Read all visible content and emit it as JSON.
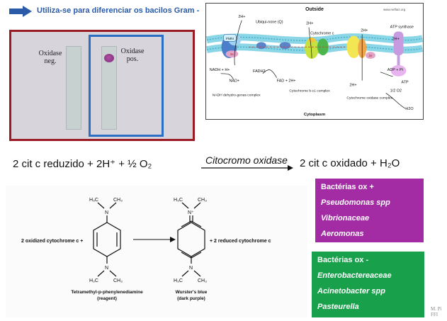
{
  "header": {
    "text": "Utiliza-se para diferenciar os bacilos Gram -"
  },
  "photo": {
    "negative_label": "Oxidase neg.",
    "positive_label": "Oxidase pos."
  },
  "diagram": {
    "outside_label": "Outside",
    "cytoplasm_label": "Cytoplasm",
    "watermark": "www.nelfact.org",
    "ubiquinone": "Ubiqui-none (Q)",
    "cytochrome_c": "Cytochrome c",
    "atp_synthase": "ATP synthase",
    "h_plus": "2H+",
    "fmn": "FMN",
    "nadh_in": "NADH + H+",
    "nad_out": "NAD+",
    "fadh2": "FADH2",
    "fad": "FAD + 2H+",
    "adp": "ADP + Pi",
    "atp": "ATP",
    "half_o2": "1/2 O2",
    "h2o": "H2O",
    "e_label": "2e",
    "complex1": "NADH dehydro-genas complex",
    "complex3": "Cytochrome b-c1 complex",
    "complex4": "Cytochrome oxidase complex"
  },
  "equation": {
    "left": "2 cit c reduzido + 2H⁺ + ½ O₂",
    "enzyme": "Citocromo oxidase",
    "right": "2 cit c oxidado + H₂O"
  },
  "reaction": {
    "left_label": "2 oxidized cytochrome c +",
    "right_label": "+ 2 reduced cytochrome c",
    "reagent_name": "Tetramethyl-p-phenylenediamine",
    "reagent_note": "(reagent)",
    "product_name": "Wurster's blue",
    "product_note": "(dark purple)",
    "h3c": "H₃C",
    "ch3": "CH₃",
    "n": "N",
    "n_plus": "N⁺"
  },
  "positive_box": {
    "title": "Bactérias ox +",
    "items": [
      "Pseudomonas spp",
      "Vibrionaceae",
      "Aeromonas"
    ]
  },
  "negative_box": {
    "title": "Bactérias ox -",
    "items": [
      "Enterobactereaceae",
      "Acinetobacter spp",
      "Pasteurella"
    ]
  },
  "credit": {
    "line1": "M. Pi",
    "line2": "FFI"
  },
  "colors": {
    "accent_blue": "#2a5aa8",
    "photo_border": "#9b1b24",
    "positive_box": "#a32ca4",
    "negative_box": "#19a04b"
  }
}
